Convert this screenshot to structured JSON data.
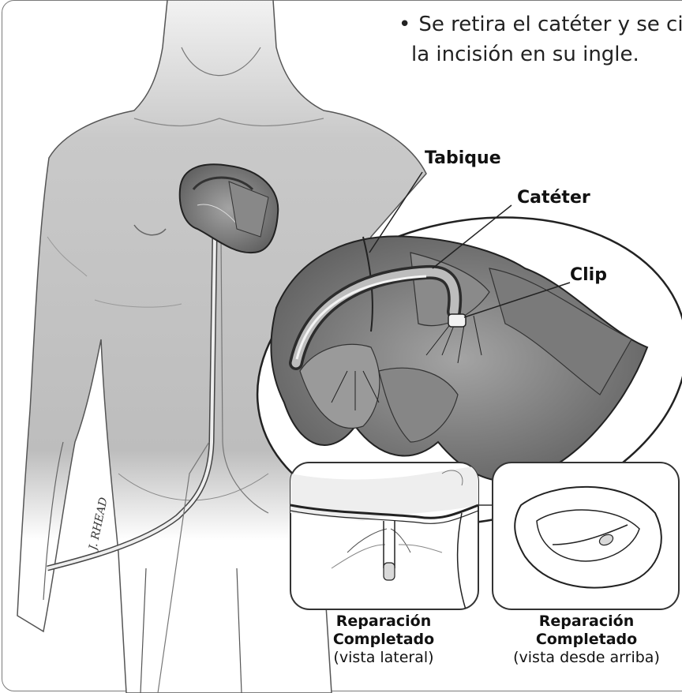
{
  "bullet": {
    "symbol": "•",
    "line1": "Se retira el catéter y se cie",
    "line2": "la incisión en su ingle."
  },
  "callouts": {
    "tabique": "Tabique",
    "cateter": "Catéter",
    "clip": "Clip"
  },
  "captions": {
    "side": {
      "title1": "Reparación",
      "title2": "Completado",
      "sub": "(vista lateral)"
    },
    "top": {
      "title1": "Reparación",
      "title2": "Completado",
      "sub": "(vista desde arriba)"
    }
  },
  "signature": "J. RHEAD",
  "colors": {
    "body_fill": "#c8c8c8",
    "heart_dark": "#6e6e6e",
    "heart_mid": "#9a9a9a",
    "line": "#222222"
  }
}
